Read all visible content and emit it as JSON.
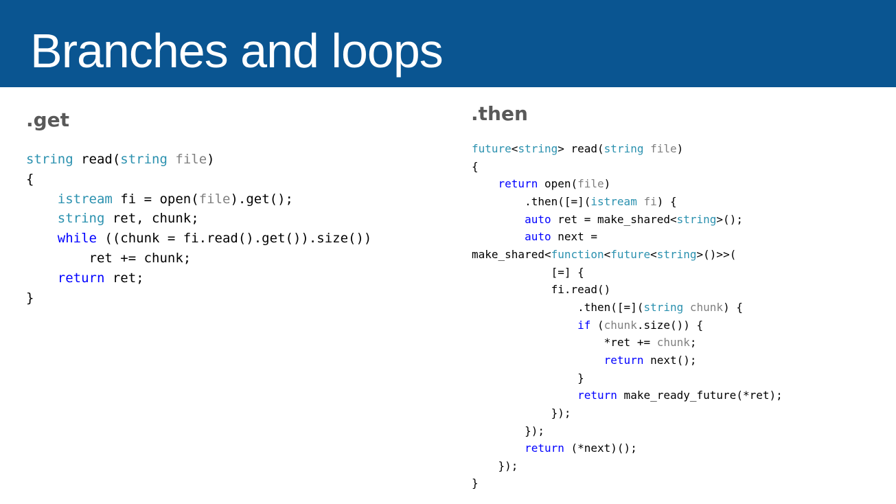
{
  "slide": {
    "title": "Branches and loops"
  },
  "colors": {
    "title_bar": "#0a5591",
    "title_text": "#ffffff",
    "heading": "#595959",
    "code_text": "#000000",
    "code_type": "#2b91af",
    "code_keyword": "#0000ff",
    "code_parameter": "#808080"
  },
  "left_panel": {
    "heading": ".get",
    "code_lines": [
      [
        {
          "t": "type",
          "s": "string"
        },
        {
          "t": "plain",
          "s": " read("
        },
        {
          "t": "type",
          "s": "string"
        },
        {
          "t": "plain",
          "s": " "
        },
        {
          "t": "param",
          "s": "file"
        },
        {
          "t": "plain",
          "s": ")"
        }
      ],
      [
        {
          "t": "plain",
          "s": "{"
        }
      ],
      [
        {
          "t": "plain",
          "s": "    "
        },
        {
          "t": "type",
          "s": "istream"
        },
        {
          "t": "plain",
          "s": " fi = open("
        },
        {
          "t": "param",
          "s": "file"
        },
        {
          "t": "plain",
          "s": ").get();"
        }
      ],
      [
        {
          "t": "plain",
          "s": "    "
        },
        {
          "t": "type",
          "s": "string"
        },
        {
          "t": "plain",
          "s": " ret, chunk;"
        }
      ],
      [
        {
          "t": "plain",
          "s": "    "
        },
        {
          "t": "kw",
          "s": "while"
        },
        {
          "t": "plain",
          "s": " ((chunk = fi.read().get()).size())"
        }
      ],
      [
        {
          "t": "plain",
          "s": "        ret += chunk;"
        }
      ],
      [
        {
          "t": "plain",
          "s": "    "
        },
        {
          "t": "kw",
          "s": "return"
        },
        {
          "t": "plain",
          "s": " ret;"
        }
      ],
      [
        {
          "t": "plain",
          "s": "}"
        }
      ]
    ]
  },
  "right_panel": {
    "heading": ".then",
    "code_lines": [
      [
        {
          "t": "type",
          "s": "future"
        },
        {
          "t": "plain",
          "s": "<"
        },
        {
          "t": "type",
          "s": "string"
        },
        {
          "t": "plain",
          "s": "> read("
        },
        {
          "t": "type",
          "s": "string"
        },
        {
          "t": "plain",
          "s": " "
        },
        {
          "t": "param",
          "s": "file"
        },
        {
          "t": "plain",
          "s": ")"
        }
      ],
      [
        {
          "t": "plain",
          "s": "{"
        }
      ],
      [
        {
          "t": "plain",
          "s": "    "
        },
        {
          "t": "kw",
          "s": "return"
        },
        {
          "t": "plain",
          "s": " open("
        },
        {
          "t": "param",
          "s": "file"
        },
        {
          "t": "plain",
          "s": ")"
        }
      ],
      [
        {
          "t": "plain",
          "s": "        .then([=]("
        },
        {
          "t": "type",
          "s": "istream"
        },
        {
          "t": "plain",
          "s": " "
        },
        {
          "t": "param",
          "s": "fi"
        },
        {
          "t": "plain",
          "s": ") {"
        }
      ],
      [
        {
          "t": "plain",
          "s": "        "
        },
        {
          "t": "kw",
          "s": "auto"
        },
        {
          "t": "plain",
          "s": " ret = make_shared<"
        },
        {
          "t": "type",
          "s": "string"
        },
        {
          "t": "plain",
          "s": ">();"
        }
      ],
      [
        {
          "t": "plain",
          "s": "        "
        },
        {
          "t": "kw",
          "s": "auto"
        },
        {
          "t": "plain",
          "s": " next ="
        }
      ],
      [
        {
          "t": "plain",
          "s": "make_shared<"
        },
        {
          "t": "type",
          "s": "function"
        },
        {
          "t": "plain",
          "s": "<"
        },
        {
          "t": "type",
          "s": "future"
        },
        {
          "t": "plain",
          "s": "<"
        },
        {
          "t": "type",
          "s": "string"
        },
        {
          "t": "plain",
          "s": ">()>>("
        }
      ],
      [
        {
          "t": "plain",
          "s": "            [=] {"
        }
      ],
      [
        {
          "t": "plain",
          "s": "            fi.read()"
        }
      ],
      [
        {
          "t": "plain",
          "s": "                .then([=]("
        },
        {
          "t": "type",
          "s": "string"
        },
        {
          "t": "plain",
          "s": " "
        },
        {
          "t": "param",
          "s": "chunk"
        },
        {
          "t": "plain",
          "s": ") {"
        }
      ],
      [
        {
          "t": "plain",
          "s": "                "
        },
        {
          "t": "kw",
          "s": "if"
        },
        {
          "t": "plain",
          "s": " ("
        },
        {
          "t": "param",
          "s": "chunk"
        },
        {
          "t": "plain",
          "s": ".size()) {"
        }
      ],
      [
        {
          "t": "plain",
          "s": "                    *ret += "
        },
        {
          "t": "param",
          "s": "chunk"
        },
        {
          "t": "plain",
          "s": ";"
        }
      ],
      [
        {
          "t": "plain",
          "s": "                    "
        },
        {
          "t": "kw",
          "s": "return"
        },
        {
          "t": "plain",
          "s": " next();"
        }
      ],
      [
        {
          "t": "plain",
          "s": "                }"
        }
      ],
      [
        {
          "t": "plain",
          "s": "                "
        },
        {
          "t": "kw",
          "s": "return"
        },
        {
          "t": "plain",
          "s": " make_ready_future(*ret);"
        }
      ],
      [
        {
          "t": "plain",
          "s": "            });"
        }
      ],
      [
        {
          "t": "plain",
          "s": "        });"
        }
      ],
      [
        {
          "t": "plain",
          "s": "        "
        },
        {
          "t": "kw",
          "s": "return"
        },
        {
          "t": "plain",
          "s": " (*next)();"
        }
      ],
      [
        {
          "t": "plain",
          "s": "    });"
        }
      ],
      [
        {
          "t": "plain",
          "s": "}"
        }
      ]
    ]
  }
}
